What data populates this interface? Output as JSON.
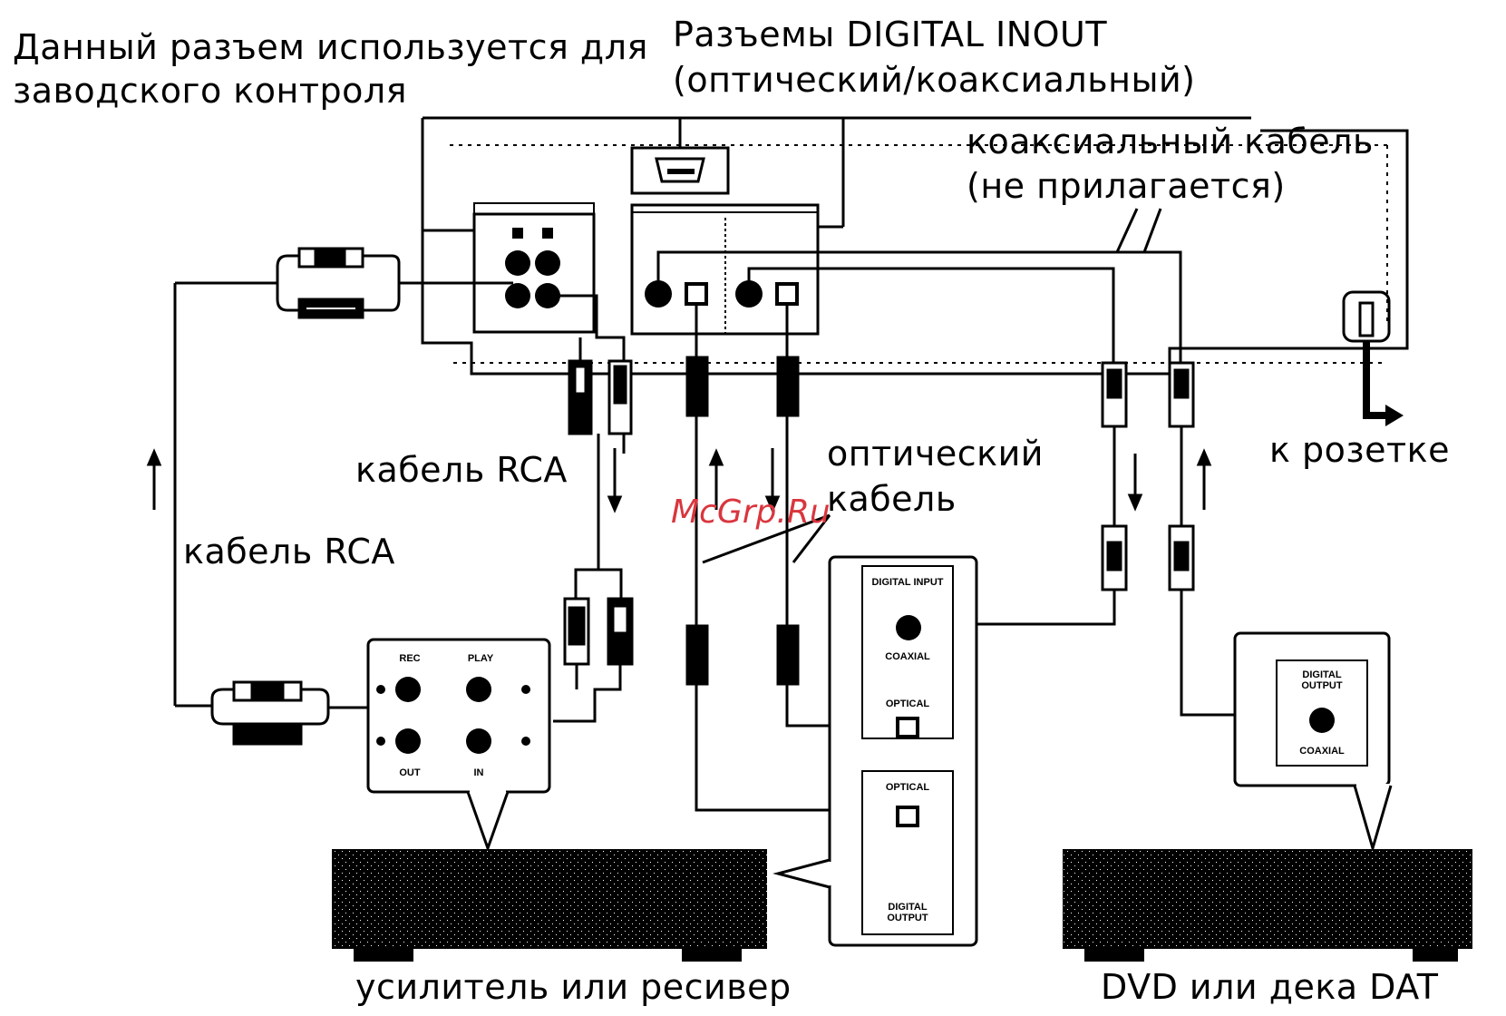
{
  "labels": {
    "factory_line1": "Данный разъем используется для",
    "factory_line2": "заводского контроля",
    "digital_line1": "Разъемы DIGITAL INOUT",
    "digital_line2": "(оптический/коаксиальный)",
    "coax_line1": "коаксиальный кабель",
    "coax_line2": "(не прилагается)",
    "rca_cable_1": "кабель RCA",
    "rca_cable_2": "кабель RCA",
    "optical_line1": "оптический",
    "optical_line2": "кабель",
    "to_socket": "к розетке",
    "amplifier": "усилитель или ресивер",
    "dvd_dat": "DVD или дека DAT",
    "watermark": "McGrp.Ru"
  },
  "panels": {
    "amp_digital_input": "DIGITAL INPUT",
    "amp_coaxial": "COAXIAL",
    "amp_optical_in": "OPTICAL",
    "amp_optical_out": "OPTICAL",
    "amp_digital_output": "DIGITAL OUTPUT",
    "dvd_digital_output": "DIGITAL OUTPUT",
    "dvd_coaxial": "COAXIAL",
    "amp_rec": "REC",
    "amp_play": "PLAY",
    "amp_out": "OUT",
    "amp_in": "IN"
  },
  "colors": {
    "line": "#000000",
    "watermark": "#d9363e"
  }
}
